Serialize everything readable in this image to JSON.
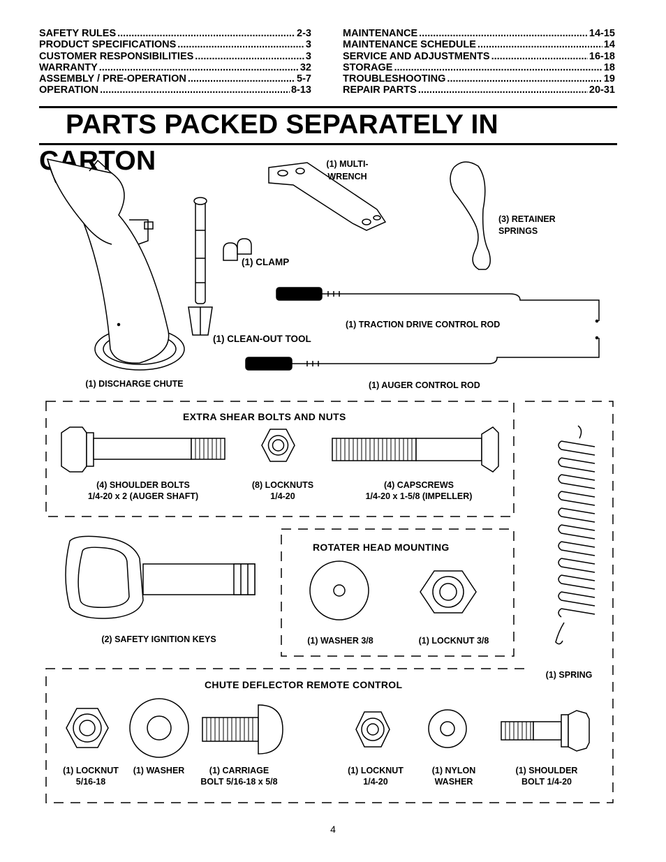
{
  "toc": {
    "left": [
      {
        "label": "SAFETY RULES",
        "pages": "2-3"
      },
      {
        "label": "PRODUCT SPECIFICATIONS",
        "pages": "3"
      },
      {
        "label": "CUSTOMER RESPONSIBILITIES",
        "pages": "3"
      },
      {
        "label": "WARRANTY",
        "pages": "32"
      },
      {
        "label": "ASSEMBLY / PRE-OPERATION",
        "pages": "5-7"
      },
      {
        "label": "OPERATION",
        "pages": "8-13"
      }
    ],
    "right": [
      {
        "label": "MAINTENANCE",
        "pages": "14-15"
      },
      {
        "label": "MAINTENANCE SCHEDULE",
        "pages": "14"
      },
      {
        "label": "SERVICE AND ADJUSTMENTS",
        "pages": "16-18"
      },
      {
        "label": "STORAGE",
        "pages": "18"
      },
      {
        "label": "TROUBLESHOOTING",
        "pages": "19"
      },
      {
        "label": "REPAIR PARTS",
        "pages": "20-31"
      }
    ]
  },
  "title": "PARTS PACKED SEPARATELY IN CARTON",
  "parts": {
    "discharge_chute": "(1) DISCHARGE CHUTE",
    "clean_out_tool": "(1) CLEAN-OUT TOOL",
    "clamp": "(1) CLAMP",
    "multi_wrench_1": "(1) MULTI-",
    "multi_wrench_2": "WRENCH",
    "retainer_springs_1": "(3) RETAINER",
    "retainer_springs_2": "SPRINGS",
    "traction_rod": "(1) TRACTION DRIVE CONTROL ROD",
    "auger_rod": "(1) AUGER CONTROL ROD"
  },
  "shear": {
    "heading": "EXTRA SHEAR BOLTS AND NUTS",
    "shoulder_1": "(4) SHOULDER BOLTS",
    "shoulder_2": "1/4-20 x 2 (AUGER SHAFT)",
    "locknuts_1": "(8) LOCKNUTS",
    "locknuts_2": "1/4-20",
    "capscrews_1": "(4) CAPSCREWS",
    "capscrews_2": "1/4-20 x 1-5/8 (IMPELLER)"
  },
  "keys": "(2) SAFETY IGNITION KEYS",
  "rotater": {
    "heading": "ROTATER HEAD MOUNTING",
    "washer": "(1) WASHER  3/8",
    "locknut": "(1) LOCKNUT  3/8"
  },
  "spring": "(1) SPRING",
  "chute_remote": {
    "heading": "CHUTE DEFLECTOR REMOTE CONTROL",
    "locknut_1": "(1) LOCKNUT",
    "locknut_2": "5/16-18",
    "washer": "(1) WASHER",
    "carriage_1": "(1) CARRIAGE",
    "carriage_2": "BOLT  5/16-18 x 5/8",
    "locknut_b1": "(1) LOCKNUT",
    "locknut_b2": "1/4-20",
    "nylon_1": "(1) NYLON",
    "nylon_2": "WASHER",
    "shoulder_1": "(1) SHOULDER",
    "shoulder_2": "BOLT  1/4-20"
  },
  "page_number": "4"
}
